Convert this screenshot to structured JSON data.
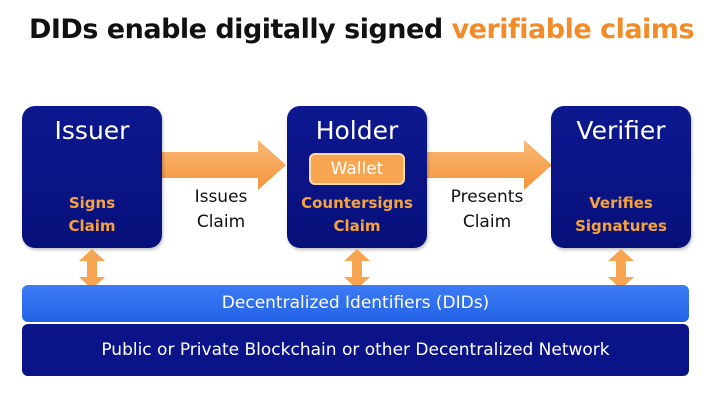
{
  "title": {
    "prefix": "DIDs enable digitally signed ",
    "highlight": "verifiable claims"
  },
  "roles": {
    "issuer": {
      "name": "Issuer",
      "action_line1": "Signs",
      "action_line2": "Claim"
    },
    "holder": {
      "name": "Holder",
      "wallet": "Wallet",
      "action_line1": "Countersigns",
      "action_line2": "Claim"
    },
    "verifier": {
      "name": "Verifier",
      "action_line1": "Verifies",
      "action_line2": "Signatures"
    }
  },
  "flows": {
    "issues": {
      "line1": "Issues",
      "line2": "Claim"
    },
    "presents": {
      "line1": "Presents",
      "line2": "Claim"
    }
  },
  "layers": {
    "did": "Decentralized Identifiers (DIDs)",
    "network": "Public or Private Blockchain or other Decentralized Network"
  },
  "colors": {
    "role_box": "#0d1890",
    "accent_orange": "#f28c28",
    "did_bar": "#2f6ff0",
    "network_bar": "#0a1488"
  }
}
